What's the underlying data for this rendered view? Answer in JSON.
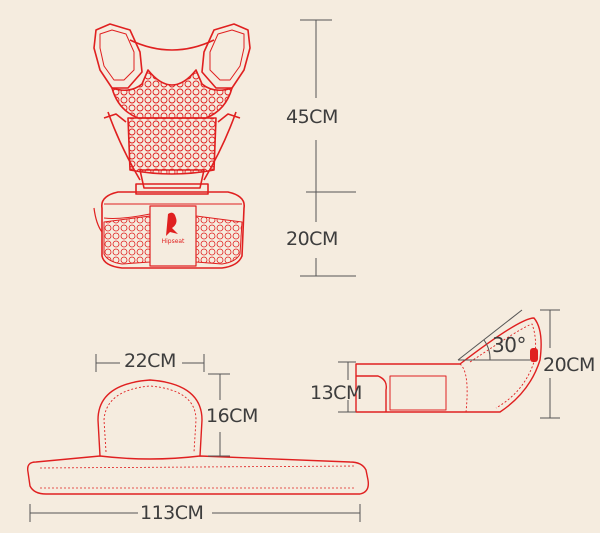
{
  "labels": {
    "height_top": "45CM",
    "height_bottom": "20CM",
    "panel_width": "22CM",
    "panel_height": "16CM",
    "belt_length": "113CM",
    "seat_height": "13CM",
    "angle": "30°",
    "seat_depth": "20CM"
  },
  "colors": {
    "background": "#f5ecdf",
    "product_outline": "#e02020",
    "dimension_lines": "#555555",
    "text": "#3d3d3d"
  },
  "logo_text": "Hipseat"
}
